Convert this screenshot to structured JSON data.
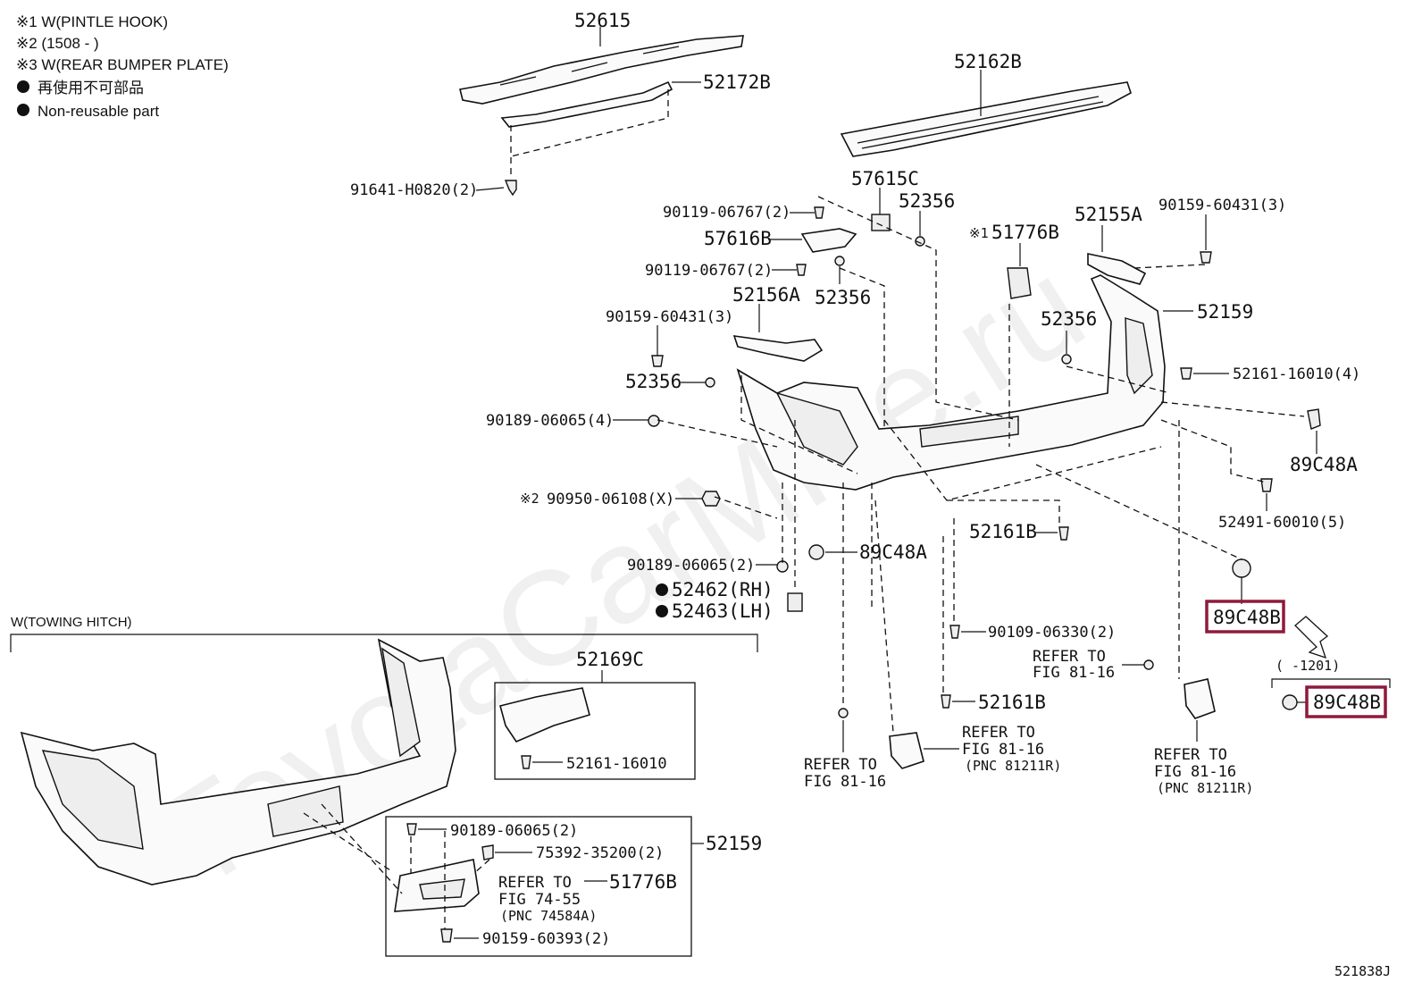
{
  "legend": {
    "note1": "※1 W(PINTLE HOOK)",
    "note2": "※2 (1508 -    )",
    "note3": "※3 W(REAR BUMPER PLATE)",
    "non_reusable_jp": "再使用不可部品",
    "non_reusable_en": "Non-reusable part"
  },
  "watermark": "ToyotaCarMine.ru",
  "labels": {
    "p52615": "52615",
    "p52172b": "52172B",
    "p91641": "91641-H0820(2)",
    "p52162b": "52162B",
    "p57615c": "57615C",
    "p52356_top": "52356",
    "p90119_a": "90119-06767(2)",
    "p57616b": "57616B",
    "p90119_b": "90119-06767(2)",
    "p52356_b": "52356",
    "p52156a": "52156A",
    "p90159_left": "90159-60431(3)",
    "p52356_left": "52356",
    "p90189_4": "90189-06065(4)",
    "p90950_prefix": "※2",
    "p90950": "90950-06108(X)",
    "p90189_2": "90189-06065(2)",
    "p52462_rh": "52462(RH)",
    "p52463_lh": "52463(LH)",
    "p89c48a_left": "89C48A",
    "p51776b_prefix": "※1",
    "p51776b": "51776B",
    "p52155a": "52155A",
    "p90159_right": "90159-60431(3)",
    "p52159": "52159",
    "p52356_right": "52356",
    "p52161_16010_4": "52161-16010(4)",
    "p89c48a_right": "89C48A",
    "p52491": "52491-60010(5)",
    "p52161b_a": "52161B",
    "p89c48b_main": "89C48B",
    "p90109": "90109-06330(2)",
    "refer_816_a_1": "REFER TO",
    "refer_816_a_2": "FIG 81-16",
    "p52161b_b": "52161B",
    "refer_816_b_1": "REFER TO",
    "refer_816_b_2": "FIG 81-16",
    "refer_816_c_1": "REFER TO",
    "refer_816_c_2": "FIG 81-16",
    "pnc_c": "(PNC 81211R)",
    "refer_816_d_1": "REFER TO",
    "refer_816_d_2": "FIG 81-16",
    "pnc_d": "(PNC 81211R)",
    "range_1201": "(      -1201)",
    "p89c48b_alt": "89C48B",
    "towing_hitch": "W(TOWING HITCH)",
    "p52169c": "52169C",
    "p52161_16010": "52161-16010",
    "p90189_inset": "90189-06065(2)",
    "p75392": "75392-35200(2)",
    "p52159_inset": "52159",
    "refer_7455_1": "REFER TO",
    "refer_7455_2": "FIG 74-55",
    "pnc_74584a": "(PNC 74584A)",
    "p51776b_inset": "51776B",
    "p90159_60393": "90159-60393(2)",
    "figure_id": "521838J"
  },
  "colors": {
    "highlight": "#8e1a3c",
    "line": "#111111"
  }
}
